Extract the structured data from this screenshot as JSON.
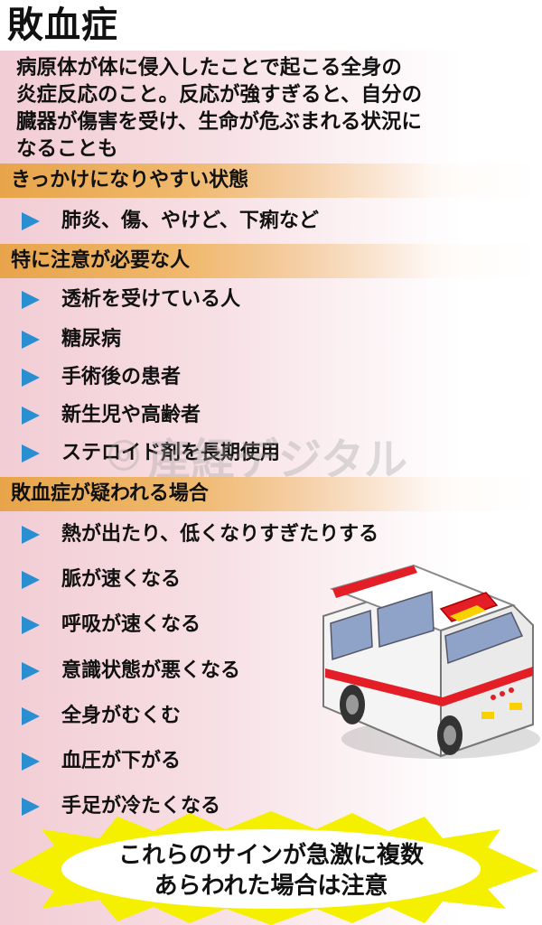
{
  "title": "敗血症",
  "intro": [
    "病原体が体に侵入したことで起こる全身の",
    "炎症反応のこと。反応が強すぎると、自分の",
    "臓器が傷害を受け、生命が危ぶまれる状況に",
    "なることも"
  ],
  "sections": [
    {
      "header": "きっかけになりやすい状態",
      "items": [
        "肺炎、傷、やけど、下痢など"
      ]
    },
    {
      "header": "特に注意が必要な人",
      "items": [
        "透析を受けている人",
        "糖尿病",
        "手術後の患者",
        "新生児や高齢者",
        "ステロイド剤を長期使用"
      ]
    },
    {
      "header": "敗血症が疑われる場合",
      "items": [
        "熱が出たり、低くなりすぎたりする",
        "脈が速くなる",
        "呼吸が速くなる",
        "意識状態が悪くなる",
        "全身がむくむ",
        "血圧が下がる",
        "手足が冷たくなる"
      ]
    }
  ],
  "callout": [
    "これらのサインが急激に複数",
    "あらわれた場合は注意"
  ],
  "watermark": "産経デジタル",
  "colors": {
    "arrow": "#2a8fd0",
    "section": "#e8a44a",
    "burst": "#f5f000",
    "ambulance_red": "#e41e26",
    "window": "#8fa3c8"
  }
}
